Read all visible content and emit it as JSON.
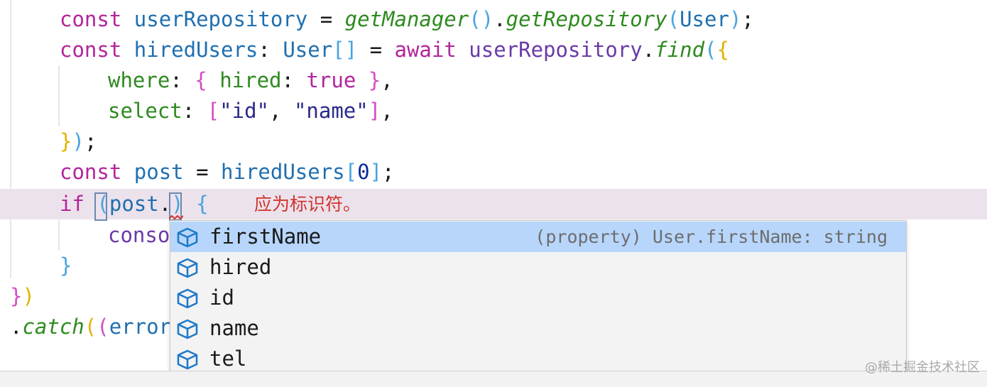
{
  "code": {
    "line1": {
      "kw": "const",
      "var": "userRepository",
      "eq": "=",
      "fn1": "getManager",
      "p_open": "(",
      "p_close": ")",
      "dot": ".",
      "fn2": "getRepository",
      "arg_open": "(",
      "arg": "User",
      "arg_close": ")",
      "end": ";"
    },
    "line2": {
      "kw": "const",
      "var": "hiredUsers",
      "colon": ":",
      "type": "User",
      "br": "[]",
      "eq": "=",
      "await": "await",
      "obj": "userRepository",
      "dot": ".",
      "method": "find",
      "p_open": "(",
      "brace": "{"
    },
    "line3": {
      "key": "where",
      "colon": ":",
      "bo": "{",
      "k2": "hired",
      "c2": ":",
      "val": "true",
      "bc": "}",
      "comma": ","
    },
    "line4": {
      "key": "select",
      "colon": ":",
      "bo": "[",
      "s1": "\"id\"",
      "sep": ",",
      "s2": "\"name\"",
      "bc": "]",
      "comma": ","
    },
    "line5": {
      "brace": "}",
      "paren": ")",
      "end": ";"
    },
    "line6": {
      "kw": "const",
      "var": "post",
      "eq": "=",
      "obj": "hiredUsers",
      "bo": "[",
      "idx": "0",
      "bc": "]",
      "end": ";"
    },
    "line7": {
      "kw": "if",
      "po": "(",
      "obj": "post",
      "dot": ".",
      "pc": ")",
      "brace": "{"
    },
    "line8": {
      "text": "conso"
    },
    "line9": {
      "brace": "}"
    },
    "line10": {
      "brace": "}",
      "paren": ")"
    },
    "line11": {
      "dot": ".",
      "fn": "catch",
      "po": "(",
      "po2": "(",
      "arg": "error"
    }
  },
  "error_message": "应为标识符。",
  "suggestions": [
    {
      "label": "firstName",
      "detail": "(property) User.firstName: string",
      "icon": "property-cube-icon",
      "selected": true
    },
    {
      "label": "hired",
      "detail": "",
      "icon": "property-cube-icon",
      "selected": false
    },
    {
      "label": "id",
      "detail": "",
      "icon": "property-cube-icon",
      "selected": false
    },
    {
      "label": "name",
      "detail": "",
      "icon": "property-cube-icon",
      "selected": false
    },
    {
      "label": "tel",
      "detail": "",
      "icon": "property-cube-icon",
      "selected": false
    }
  ],
  "watermark": "@稀土掘金技术社区",
  "colors": {
    "selection": "#b8d6fb",
    "current_line": "#ece2ec",
    "error": "#d0342c",
    "icon": "#1f7ac9"
  }
}
